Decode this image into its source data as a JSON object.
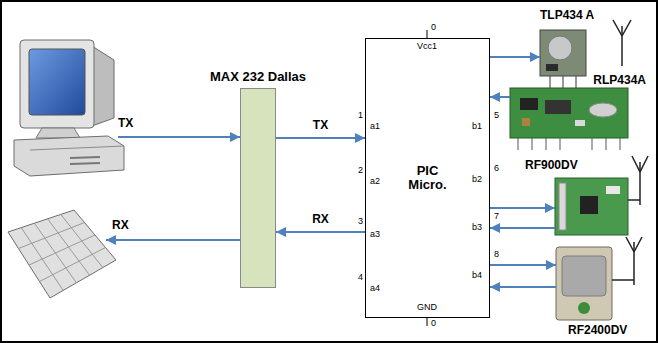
{
  "diagram": {
    "nodes": [
      {
        "text": [
          "MAX 232 Dallas"
        ]
      },
      {
        "text": [
          "PIC Micro."
        ]
      },
      {
        "text": [
          "TLP434 A"
        ]
      },
      {
        "text": [
          "RLP434A"
        ]
      },
      {
        "text": [
          "RF900DV"
        ]
      },
      {
        "text": [
          "RF2400DV"
        ]
      }
    ],
    "edges": [
      {
        "from": 0,
        "to": 1,
        "label": "TX",
        "arrow": "to"
      },
      {
        "from": 1,
        "to": 0,
        "label": "RX",
        "arrow": "to"
      },
      {
        "from": 1,
        "to": 2,
        "arrow": "to"
      },
      {
        "from": 3,
        "to": 1,
        "arrow": "to"
      },
      {
        "from": 1,
        "to": 4,
        "arrow": "to"
      },
      {
        "from": 4,
        "to": 1,
        "arrow": "to"
      },
      {
        "from": 1,
        "to": 5,
        "arrow": "to"
      },
      {
        "from": 5,
        "to": 1,
        "arrow": "to"
      }
    ],
    "labels": [
      "TX",
      "RX",
      "0",
      "Vcc1",
      "0",
      "GND",
      "1",
      "a1",
      "2",
      "a2",
      "3",
      "a3",
      "4",
      "a4",
      "5",
      "b1",
      "6",
      "b2",
      "7",
      "b3",
      "8",
      "b4"
    ]
  }
}
